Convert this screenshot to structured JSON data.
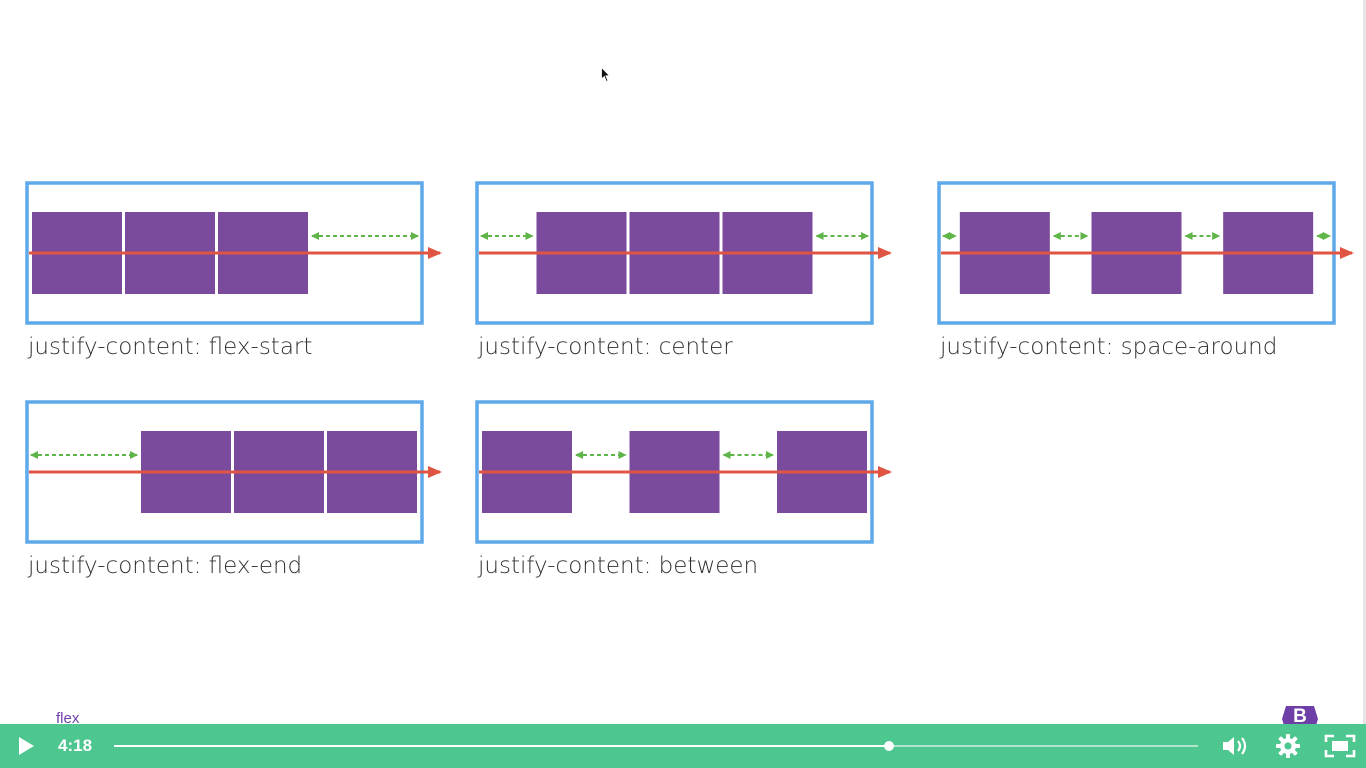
{
  "slide": {
    "diagrams": [
      {
        "caption": "justify-content: flex-start",
        "mode": "flex-start"
      },
      {
        "caption": "justify-content: center",
        "mode": "center"
      },
      {
        "caption": "justify-content: space-around",
        "mode": "space-around"
      },
      {
        "caption": "justify-content: flex-end",
        "mode": "flex-end"
      },
      {
        "caption": "justify-content: between",
        "mode": "space-between"
      }
    ],
    "colors": {
      "container": "#5ea9ea",
      "item": "#7a4a9c",
      "axis": "#e05443",
      "space": "#5fb548",
      "caption": "#2f2f2f"
    }
  },
  "chapter_label": "flex",
  "player": {
    "time": "4:18",
    "progress": 0.715,
    "accent": "#4ec690",
    "play_icon": "play-icon",
    "volume_icon": "volume-icon",
    "settings_icon": "gear-icon",
    "fullscreen_icon": "fullscreen-icon",
    "badge_letter": "B",
    "badge_color": "#6f3fa8"
  }
}
